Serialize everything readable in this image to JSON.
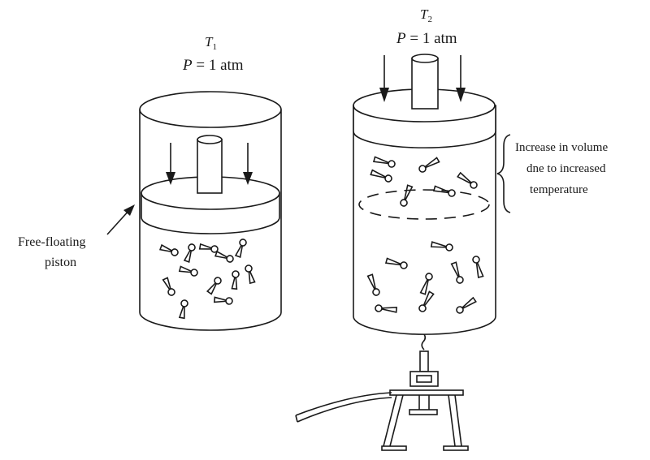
{
  "left_cylinder": {
    "temp_symbol": "T",
    "temp_subscript": "1",
    "pressure_symbol": "P",
    "pressure_value": " = 1 atm"
  },
  "right_cylinder": {
    "temp_symbol": "T",
    "temp_subscript": "2",
    "pressure_symbol": "P",
    "pressure_value": " = 1 atm"
  },
  "piston_label": {
    "line1": "Free-floating",
    "line2": "piston"
  },
  "volume_label": {
    "line1": "Increase in volume",
    "line2": "dne to increased",
    "line3": "temperature"
  }
}
